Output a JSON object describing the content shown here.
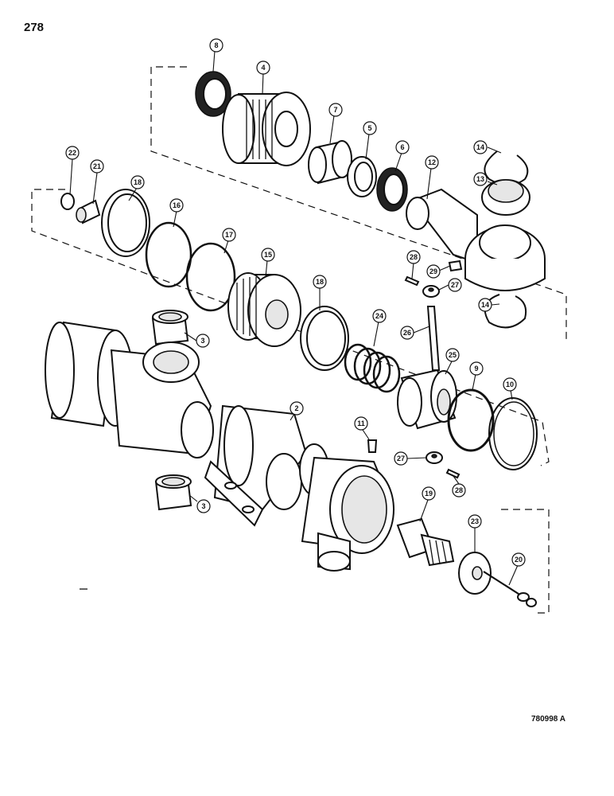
{
  "page_number": "278",
  "figure_code": "780998 A",
  "callouts": [
    {
      "id": "c8",
      "label": "8"
    },
    {
      "id": "c4",
      "label": "4"
    },
    {
      "id": "c7",
      "label": "7"
    },
    {
      "id": "c5",
      "label": "5"
    },
    {
      "id": "c6",
      "label": "6"
    },
    {
      "id": "c12",
      "label": "12"
    },
    {
      "id": "c14a",
      "label": "14"
    },
    {
      "id": "c13",
      "label": "13"
    },
    {
      "id": "c22",
      "label": "22"
    },
    {
      "id": "c21",
      "label": "21"
    },
    {
      "id": "c18a",
      "label": "18"
    },
    {
      "id": "c16",
      "label": "16"
    },
    {
      "id": "c17",
      "label": "17"
    },
    {
      "id": "c15",
      "label": "15"
    },
    {
      "id": "c28a",
      "label": "28"
    },
    {
      "id": "c29",
      "label": "29"
    },
    {
      "id": "c27a",
      "label": "27"
    },
    {
      "id": "c14b",
      "label": "14"
    },
    {
      "id": "c18b",
      "label": "18"
    },
    {
      "id": "c24",
      "label": "24"
    },
    {
      "id": "c26",
      "label": "26"
    },
    {
      "id": "c3a",
      "label": "3"
    },
    {
      "id": "c25",
      "label": "25"
    },
    {
      "id": "c9",
      "label": "9"
    },
    {
      "id": "c10",
      "label": "10"
    },
    {
      "id": "c2",
      "label": "2"
    },
    {
      "id": "c11",
      "label": "11"
    },
    {
      "id": "c27b",
      "label": "27"
    },
    {
      "id": "c28b",
      "label": "28"
    },
    {
      "id": "c3b",
      "label": "3"
    },
    {
      "id": "c19",
      "label": "19"
    },
    {
      "id": "c23",
      "label": "23"
    },
    {
      "id": "c20",
      "label": "20"
    }
  ]
}
